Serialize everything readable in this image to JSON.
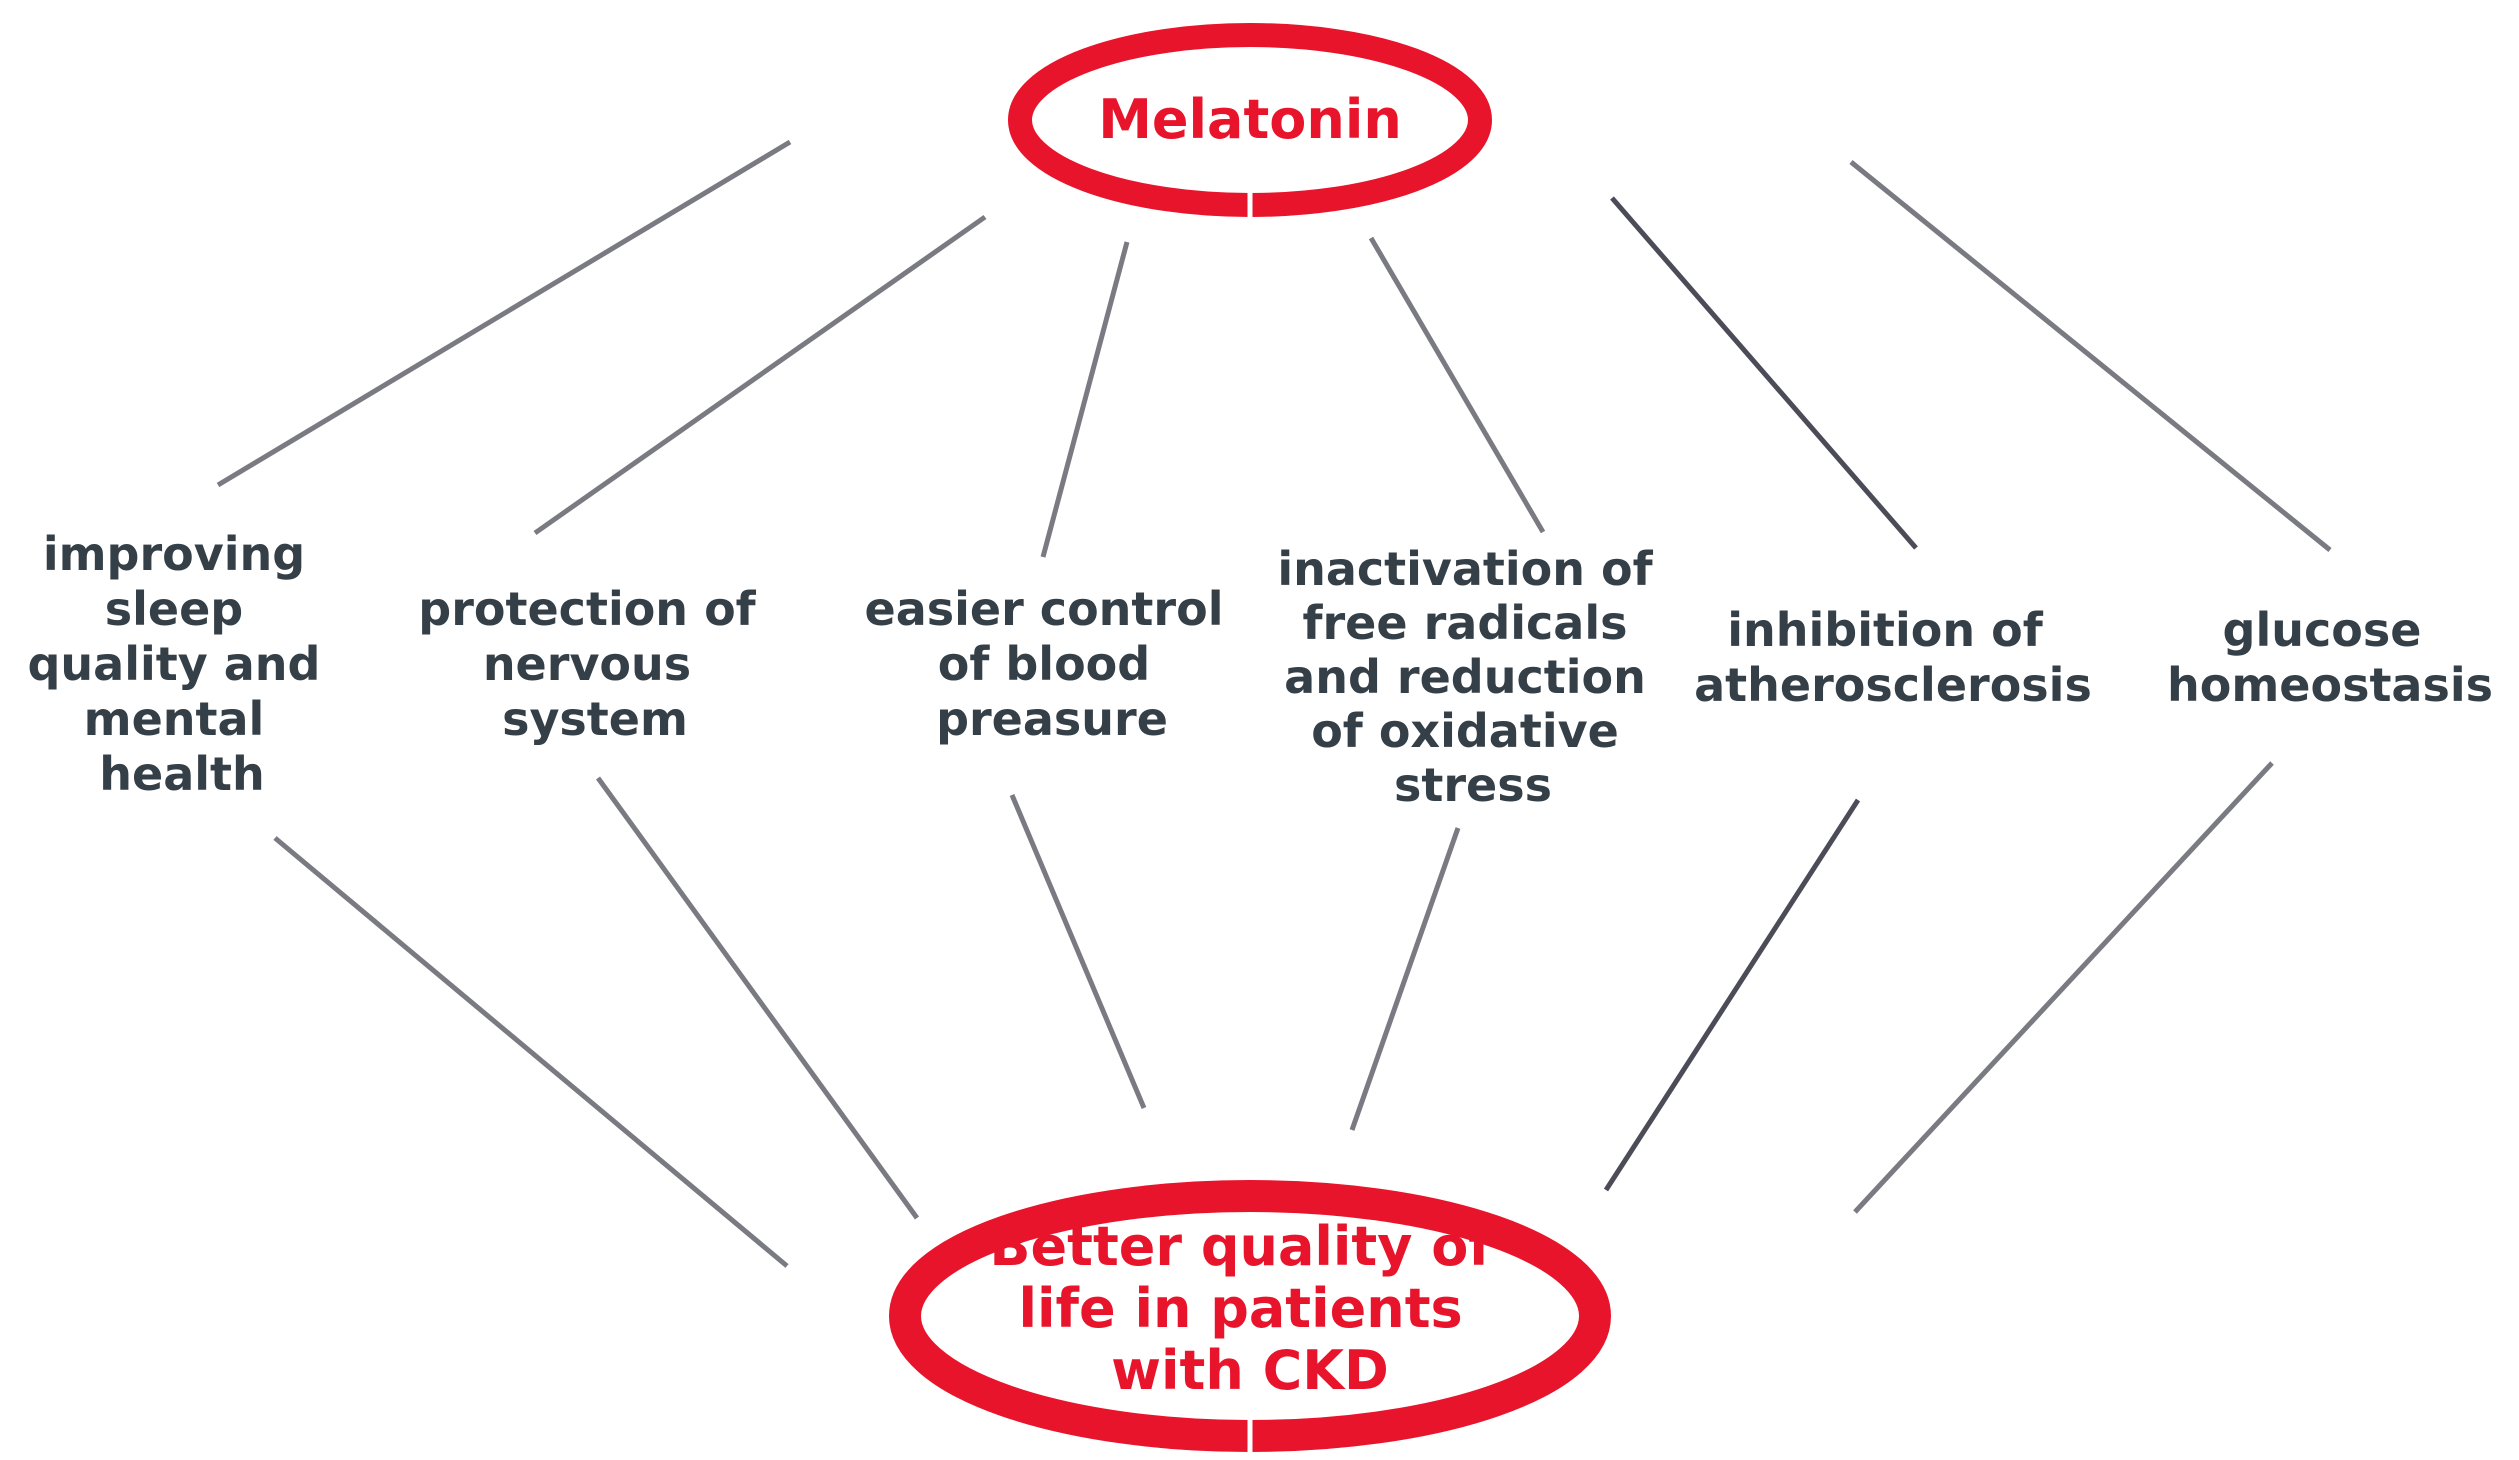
{
  "source_node": {
    "label": "Melatonin",
    "color": "#e8142b"
  },
  "target_node": {
    "lines": [
      "Better quality of",
      "life in patients",
      "with CKD"
    ],
    "color": "#e8142b"
  },
  "effects": [
    {
      "lines": [
        "improving",
        "sleep",
        "quality and",
        "mental",
        "health"
      ]
    },
    {
      "lines": [
        "protection of",
        "nervous",
        "system"
      ]
    },
    {
      "lines": [
        "easier control",
        "of blood",
        "preasure"
      ]
    },
    {
      "lines": [
        "inactivation of",
        "free radicals",
        "and reduction",
        "of oxidative",
        "stress"
      ]
    },
    {
      "lines": [
        "inhibition of",
        "atherosclerosis"
      ]
    },
    {
      "lines": [
        "glucose",
        "homeostasis"
      ]
    }
  ],
  "colors": {
    "accent": "#e8142b",
    "text": "#353f47",
    "connector": "#7a7a82"
  }
}
